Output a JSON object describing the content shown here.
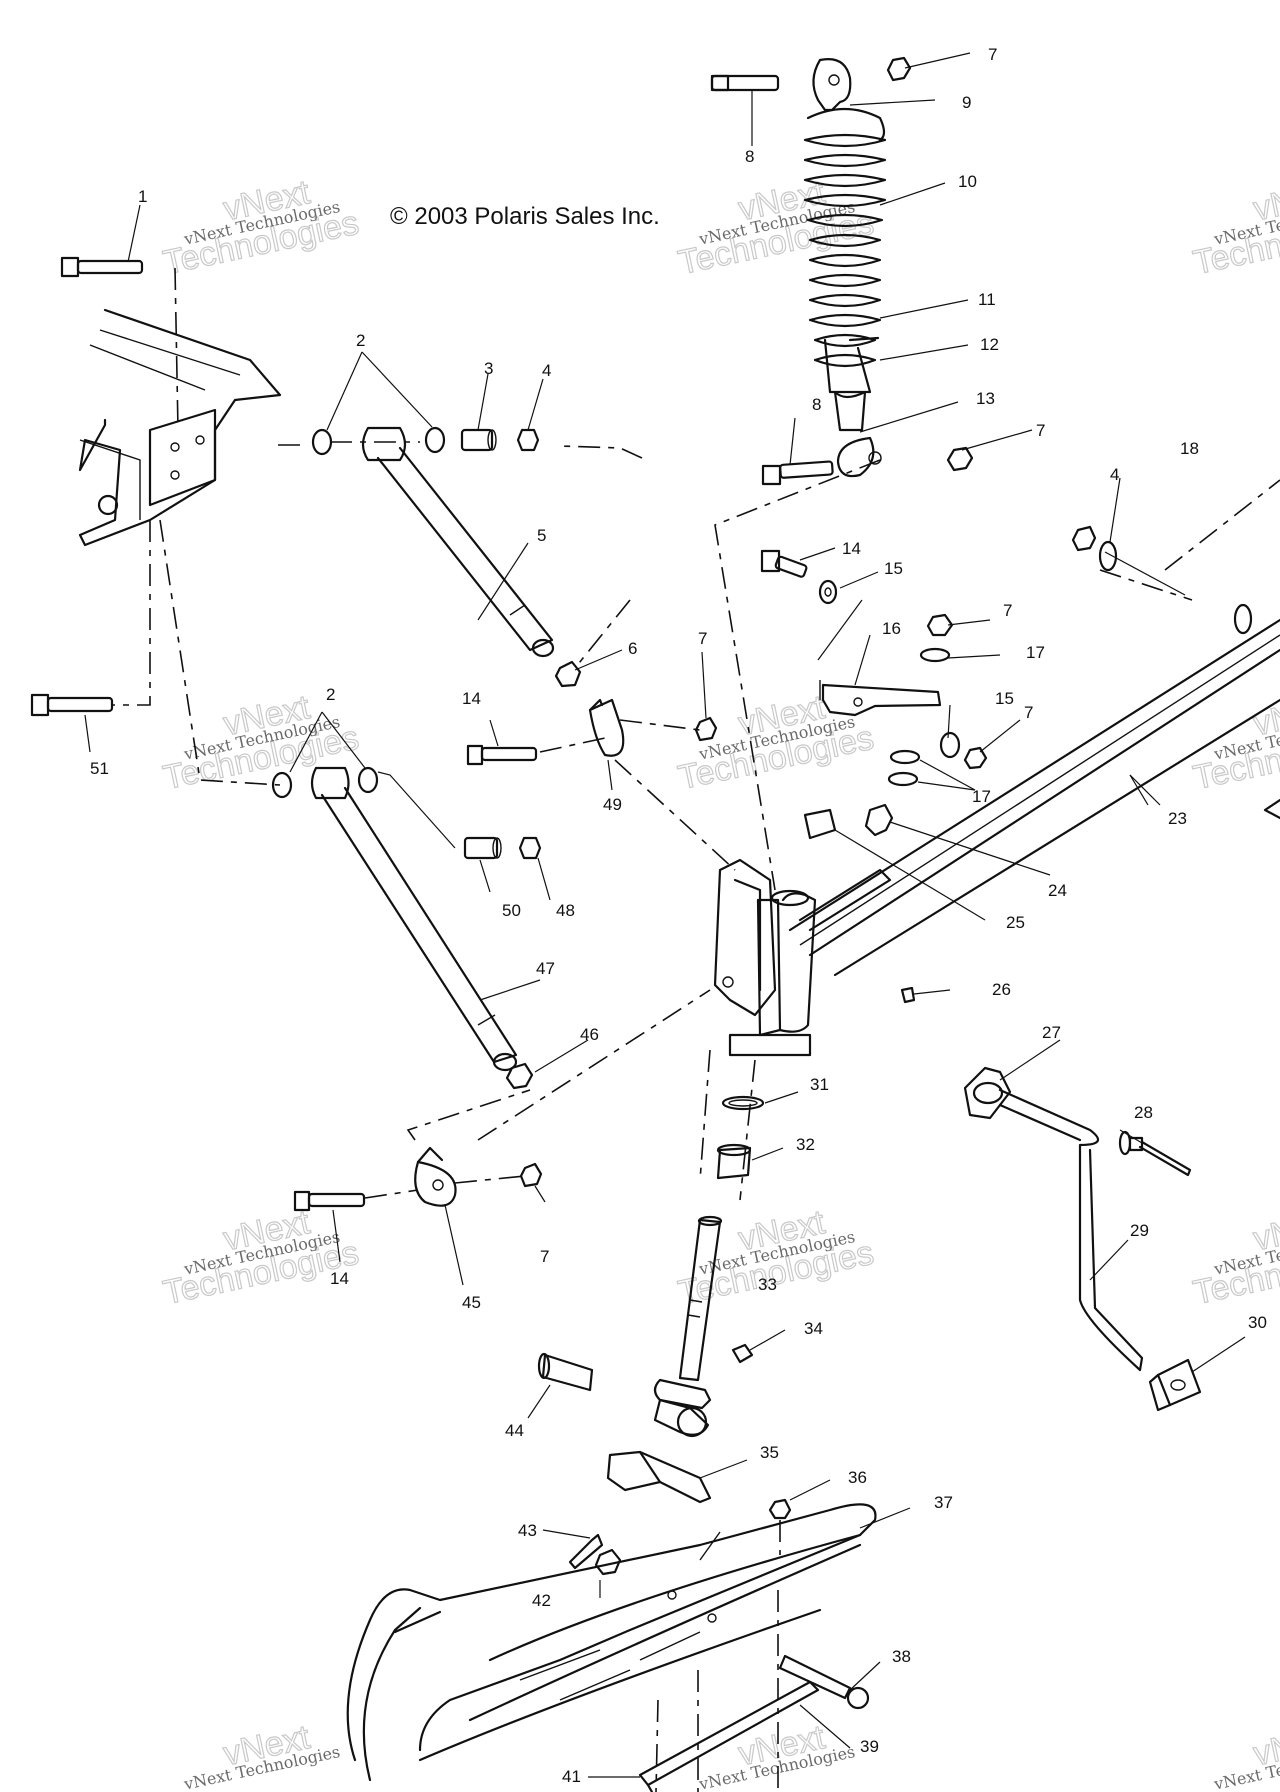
{
  "copyright": "© 2003 Polaris Sales Inc.",
  "watermark": {
    "line1": "vNext Technologies",
    "line2": "vNext",
    "line3": "Technologies"
  },
  "callouts": [
    "1",
    "2",
    "3",
    "4",
    "5",
    "6",
    "7",
    "8",
    "9",
    "10",
    "11",
    "12",
    "13",
    "14",
    "15",
    "16",
    "17",
    "18",
    "23",
    "24",
    "25",
    "26",
    "27",
    "28",
    "29",
    "30",
    "31",
    "32",
    "33",
    "34",
    "35",
    "36",
    "37",
    "38",
    "39",
    "41",
    "42",
    "43",
    "44",
    "45",
    "46",
    "47",
    "48",
    "49",
    "50",
    "51"
  ]
}
